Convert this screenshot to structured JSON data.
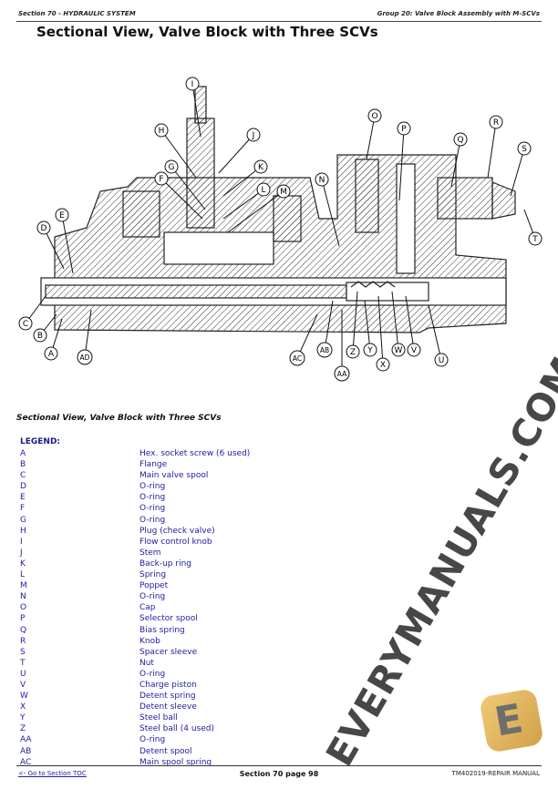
{
  "header": {
    "left": "Section 70 - HYDRAULIC SYSTEM",
    "right": "Group 20: Valve Block Assembly with M-SCVs"
  },
  "title": "Sectional View, Valve Block with Three SCVs",
  "diagram": {
    "callouts": [
      "I",
      "H",
      "J",
      "G",
      "K",
      "F",
      "L",
      "M",
      "D",
      "E",
      "C",
      "B",
      "A",
      "AD",
      "N",
      "O",
      "P",
      "Q",
      "R",
      "S",
      "T",
      "AC",
      "AB",
      "AA",
      "Z",
      "Y",
      "X",
      "W",
      "V",
      "U"
    ]
  },
  "subtitle": "Sectional View, Valve Block with Three SCVs",
  "legend": {
    "heading": "LEGEND:",
    "items": [
      {
        "k": "A",
        "v": "Hex. socket screw (6 used)"
      },
      {
        "k": "B",
        "v": "Flange"
      },
      {
        "k": "C",
        "v": "Main valve spool"
      },
      {
        "k": "D",
        "v": "O-ring"
      },
      {
        "k": "E",
        "v": "O-ring"
      },
      {
        "k": "F",
        "v": "O-ring"
      },
      {
        "k": "G",
        "v": "O-ring"
      },
      {
        "k": "H",
        "v": "Plug (check valve)"
      },
      {
        "k": "I",
        "v": "Flow control knob"
      },
      {
        "k": "J",
        "v": "Stem"
      },
      {
        "k": "K",
        "v": "Back-up ring"
      },
      {
        "k": "L",
        "v": "Spring"
      },
      {
        "k": "M",
        "v": "Poppet"
      },
      {
        "k": "N",
        "v": "O-ring"
      },
      {
        "k": "O",
        "v": "Cap"
      },
      {
        "k": "P",
        "v": "Selector spool"
      },
      {
        "k": "Q",
        "v": "Bias spring"
      },
      {
        "k": "R",
        "v": "Knob"
      },
      {
        "k": "S",
        "v": "Spacer sleeve"
      },
      {
        "k": "T",
        "v": "Nut"
      },
      {
        "k": "U",
        "v": "O-ring"
      },
      {
        "k": "V",
        "v": "Charge piston"
      },
      {
        "k": "W",
        "v": "Detent spring"
      },
      {
        "k": "X",
        "v": "Detent sleeve"
      },
      {
        "k": "Y",
        "v": "Steel ball"
      },
      {
        "k": "Z",
        "v": "Steel ball (4 used)"
      },
      {
        "k": "AA",
        "v": "O-ring"
      },
      {
        "k": "AB",
        "v": "Detent spool"
      },
      {
        "k": "AC",
        "v": "Main spool spring"
      }
    ]
  },
  "footer": {
    "left": "<- Go to Section TOC",
    "center": "Section 70 page 98",
    "right": "TM402019-REPAIR MANUAL"
  },
  "watermark": "EVERYMANUALS.COM"
}
